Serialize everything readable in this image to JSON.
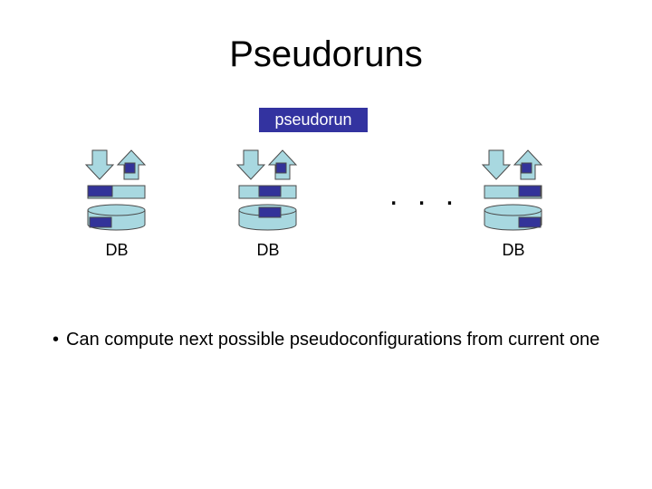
{
  "title": "Pseudoruns",
  "pseudorun_label": "pseudorun",
  "ellipsis": ". . .",
  "db_labels": [
    "DB",
    "DB",
    "DB"
  ],
  "bullet": {
    "marker": "•",
    "text": "Can compute next possible pseudoconfigurations from current one"
  },
  "colors": {
    "pseudorun_box": "#3333a0",
    "arrow_fill": "#a8d8e0",
    "block_fill": "#333399",
    "disk_fill": "#a8d8e0",
    "outline": "#4a4a4a"
  },
  "icons": [
    "down-arrow-icon",
    "up-arrow-icon",
    "database-icon"
  ]
}
